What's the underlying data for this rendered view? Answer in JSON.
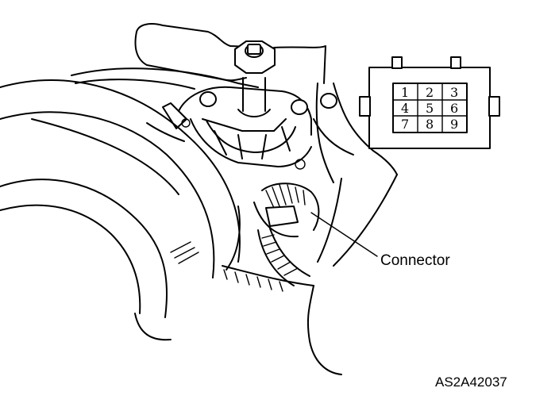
{
  "diagram": {
    "connector_label": "Connector",
    "figure_code": "AS2A42037",
    "pin_numbers": [
      "1",
      "2",
      "3",
      "4",
      "5",
      "6",
      "7",
      "8",
      "9"
    ]
  }
}
